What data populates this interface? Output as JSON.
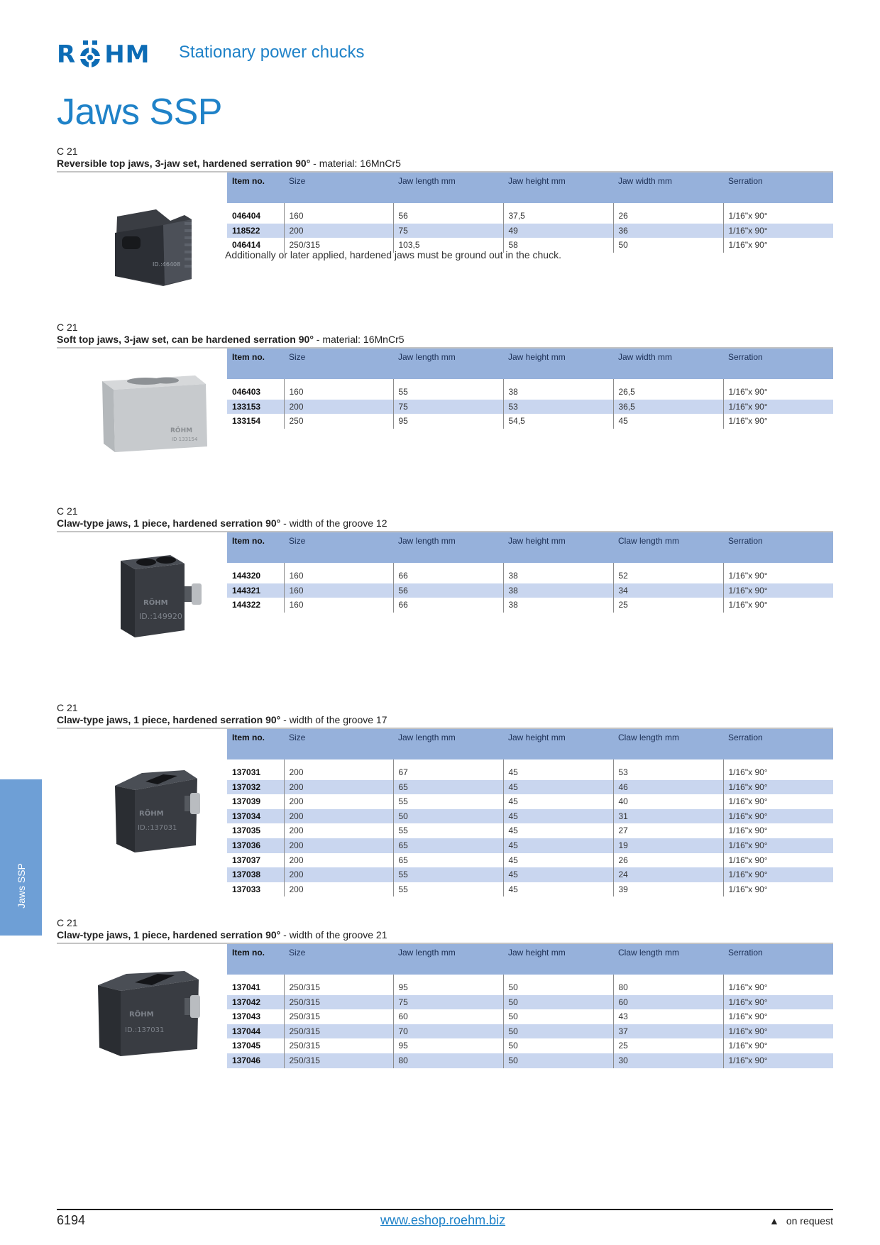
{
  "brand": {
    "logo_text": "RÖHM",
    "logo_left": "R",
    "logo_right": "HM",
    "subtitle": "Stationary power chucks"
  },
  "page_title": "Jaws SSP",
  "side_tab": "Jaws SSP",
  "sections": [
    {
      "code": "C 21",
      "desc_bold": "Reversible top jaws, 3-jaw set, hardened serration 90°",
      "desc_rest": " - material: 16MnCr5",
      "image_label": "ID.:46408",
      "headers": [
        "Item no.",
        "Size",
        "Jaw length mm",
        "Jaw height mm",
        "Jaw width mm",
        "Serration"
      ],
      "rows": [
        [
          "046404",
          "160",
          "56",
          "37,5",
          "26",
          "1/16\"x 90°"
        ],
        [
          "118522",
          "200",
          "75",
          "49",
          "36",
          "1/16\"x 90°"
        ],
        [
          "046414",
          "250/315",
          "103,5",
          "58",
          "50",
          "1/16\"x 90°"
        ]
      ],
      "note": "Additionally or later applied, hardened jaws must be ground out in the chuck."
    },
    {
      "code": "C 21",
      "desc_bold": "Soft top jaws, 3-jaw set, can be hardened serration 90°",
      "desc_rest": " - material: 16MnCr5",
      "image_label": "ID 133154",
      "image_brand": "RÖHM",
      "headers": [
        "Item no.",
        "Size",
        "Jaw length mm",
        "Jaw height mm",
        "Jaw width mm",
        "Serration"
      ],
      "rows": [
        [
          "046403",
          "160",
          "55",
          "38",
          "26,5",
          "1/16\"x 90°"
        ],
        [
          "133153",
          "200",
          "75",
          "53",
          "36,5",
          "1/16\"x 90°"
        ],
        [
          "133154",
          "250",
          "95",
          "54,5",
          "45",
          "1/16\"x 90°"
        ]
      ]
    },
    {
      "code": "C 21",
      "desc_bold": "Claw-type jaws, 1 piece, hardened serration 90°",
      "desc_rest": " - width of the groove 12",
      "image_label": "ID.:149920",
      "image_brand": "RÖHM",
      "headers": [
        "Item no.",
        "Size",
        "Jaw length mm",
        "Jaw height mm",
        "Claw length mm",
        "Serration"
      ],
      "rows": [
        [
          "144320",
          "160",
          "66",
          "38",
          "52",
          "1/16\"x 90°"
        ],
        [
          "144321",
          "160",
          "56",
          "38",
          "34",
          "1/16\"x 90°"
        ],
        [
          "144322",
          "160",
          "66",
          "38",
          "25",
          "1/16\"x 90°"
        ]
      ]
    },
    {
      "code": "C 21",
      "desc_bold": "Claw-type jaws, 1 piece, hardened serration 90°",
      "desc_rest": " - width of the groove 17",
      "image_label": "ID.:137031",
      "image_brand": "RÖHM",
      "headers": [
        "Item no.",
        "Size",
        "Jaw length mm",
        "Jaw height mm",
        "Claw length mm",
        "Serration"
      ],
      "rows": [
        [
          "137031",
          "200",
          "67",
          "45",
          "53",
          "1/16\"x 90°"
        ],
        [
          "137032",
          "200",
          "65",
          "45",
          "46",
          "1/16\"x 90°"
        ],
        [
          "137039",
          "200",
          "55",
          "45",
          "40",
          "1/16\"x 90°"
        ],
        [
          "137034",
          "200",
          "50",
          "45",
          "31",
          "1/16\"x 90°"
        ],
        [
          "137035",
          "200",
          "55",
          "45",
          "27",
          "1/16\"x 90°"
        ],
        [
          "137036",
          "200",
          "65",
          "45",
          "19",
          "1/16\"x 90°"
        ],
        [
          "137037",
          "200",
          "65",
          "45",
          "26",
          "1/16\"x 90°"
        ],
        [
          "137038",
          "200",
          "55",
          "45",
          "24",
          "1/16\"x 90°"
        ],
        [
          "137033",
          "200",
          "55",
          "45",
          "39",
          "1/16\"x 90°"
        ]
      ]
    },
    {
      "code": "C 21",
      "desc_bold": "Claw-type jaws, 1 piece, hardened serration 90°",
      "desc_rest": " - width of the groove 21",
      "image_label": "ID.:137031",
      "image_brand": "RÖHM",
      "headers": [
        "Item no.",
        "Size",
        "Jaw length mm",
        "Jaw height mm",
        "Claw length mm",
        "Serration"
      ],
      "rows": [
        [
          "137041",
          "250/315",
          "95",
          "50",
          "80",
          "1/16\"x 90°"
        ],
        [
          "137042",
          "250/315",
          "75",
          "50",
          "60",
          "1/16\"x 90°"
        ],
        [
          "137043",
          "250/315",
          "60",
          "50",
          "43",
          "1/16\"x 90°"
        ],
        [
          "137044",
          "250/315",
          "70",
          "50",
          "37",
          "1/16\"x 90°"
        ],
        [
          "137045",
          "250/315",
          "95",
          "50",
          "25",
          "1/16\"x 90°"
        ],
        [
          "137046",
          "250/315",
          "80",
          "50",
          "30",
          "1/16\"x 90°"
        ]
      ]
    }
  ],
  "footer": {
    "page_number": "6194",
    "link": "www.eshop.roehm.biz",
    "legend_symbol": "▲",
    "legend_text": "on request"
  },
  "colors": {
    "brand_blue": "#1f82c8",
    "header_blue": "#96b1db",
    "row_alt": "#c9d6ef",
    "side_tab": "#6e9fd6"
  }
}
